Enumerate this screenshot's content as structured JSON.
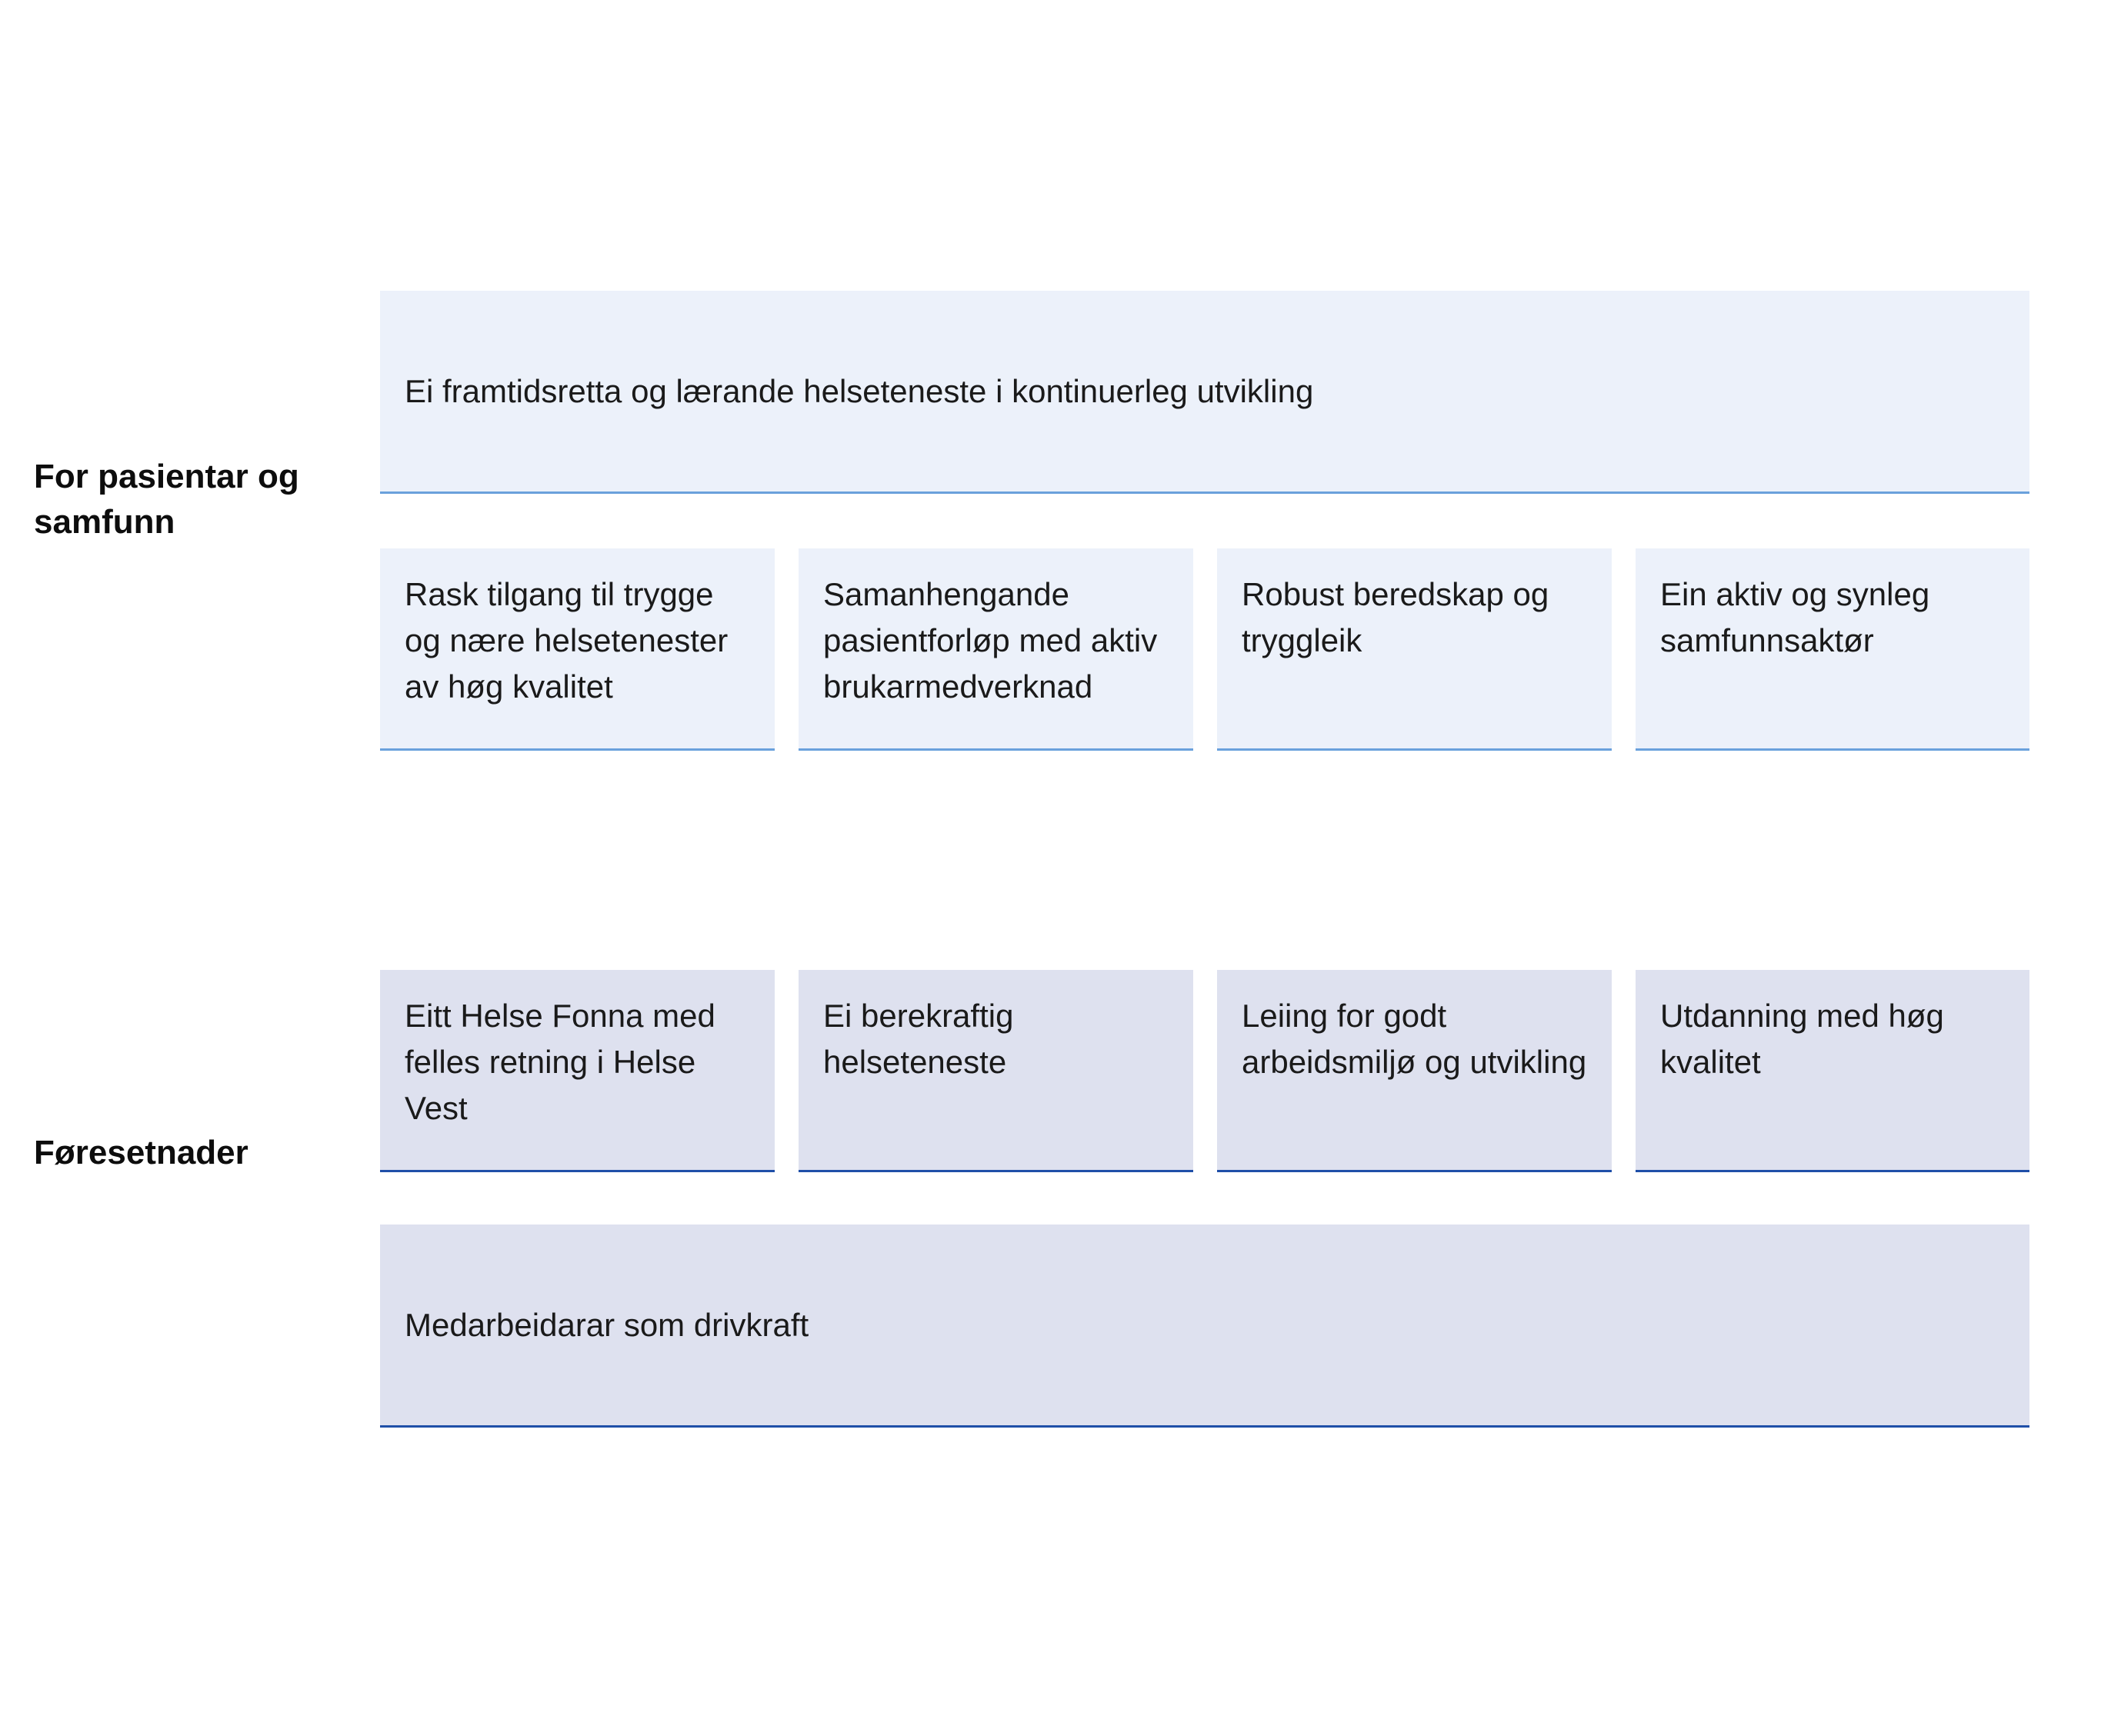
{
  "sections": {
    "top": {
      "label": "For pasientar og samfunn",
      "wide_box": "Ei framtidsretta og lærande helseteneste i kontinuerleg utvikling",
      "boxes": [
        "Rask tilgang til trygge og nære helsetenester av høg kvalitet",
        "Samanhengande pasientforløp med aktiv brukarmedverknad",
        "Robust beredskap og tryggleik",
        "Ein aktiv og synleg samfunnsaktør"
      ]
    },
    "bottom": {
      "label": "Føresetnader",
      "boxes": [
        "Eitt Helse Fonna med felles retning i Helse Vest",
        "Ei berekraftig helseteneste",
        "Leiing for godt arbeidsmiljø og utvikling",
        "Utdanning med høg kvalitet"
      ],
      "wide_box": "Medarbeidarar som drivkraft"
    }
  },
  "colors": {
    "upper_box_fill": "#ecf1fa",
    "upper_box_line": "#6aa1dc",
    "lower_box_fill": "#dee1ef",
    "lower_box_line": "#1f4fa8"
  }
}
